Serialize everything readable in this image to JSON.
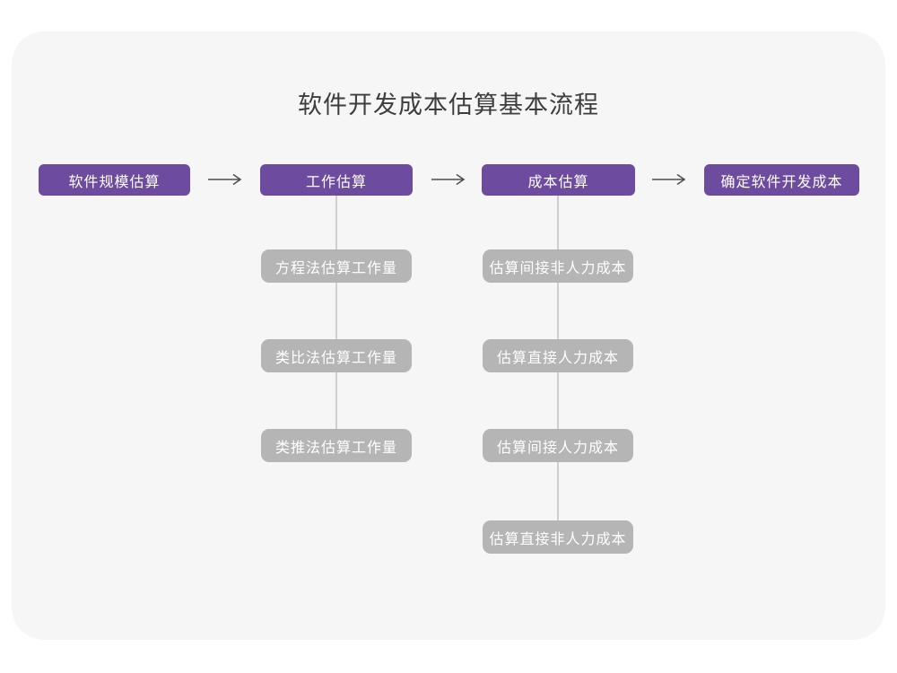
{
  "title": "软件开发成本估算基本流程",
  "colors": {
    "page_background": "#ffffff",
    "card_background": "#f6f6f7",
    "primary_node": "#6d4c9f",
    "secondary_node": "#b5b5b5",
    "arrow": "#4d4d4d",
    "connector": "#cfcfcf",
    "title_text": "#3d3d3d",
    "node_text": "#ffffff"
  },
  "flow": {
    "main_nodes": [
      {
        "label": "软件规模估算"
      },
      {
        "label": "工作估算"
      },
      {
        "label": "成本估算"
      },
      {
        "label": "确定软件开发成本"
      }
    ],
    "work_estimation_methods": [
      "方程法估算工作量",
      "类比法估算工作量",
      "类推法估算工作量"
    ],
    "cost_estimation_steps": [
      "估算间接非人力成本",
      "估算直接人力成本",
      "估算间接人力成本",
      "估算直接非人力成本"
    ]
  }
}
